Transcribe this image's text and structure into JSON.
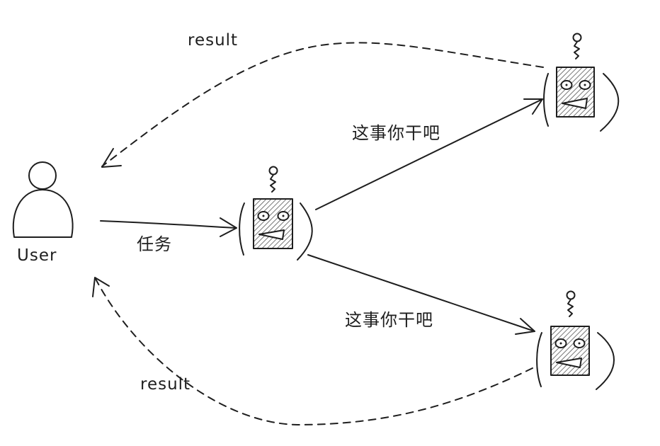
{
  "nodes": {
    "user": {
      "label": "User"
    }
  },
  "edges": {
    "task": {
      "label": "任务"
    },
    "delegate_top": {
      "label": "这事你干吧"
    },
    "delegate_bottom": {
      "label": "这事你干吧"
    },
    "result_top": {
      "label": "result"
    },
    "result_bottom": {
      "label": "result"
    }
  },
  "colors": {
    "stroke": "#1e1e1e",
    "background": "#ffffff"
  },
  "icons": [
    "person-icon",
    "robot-icon"
  ]
}
